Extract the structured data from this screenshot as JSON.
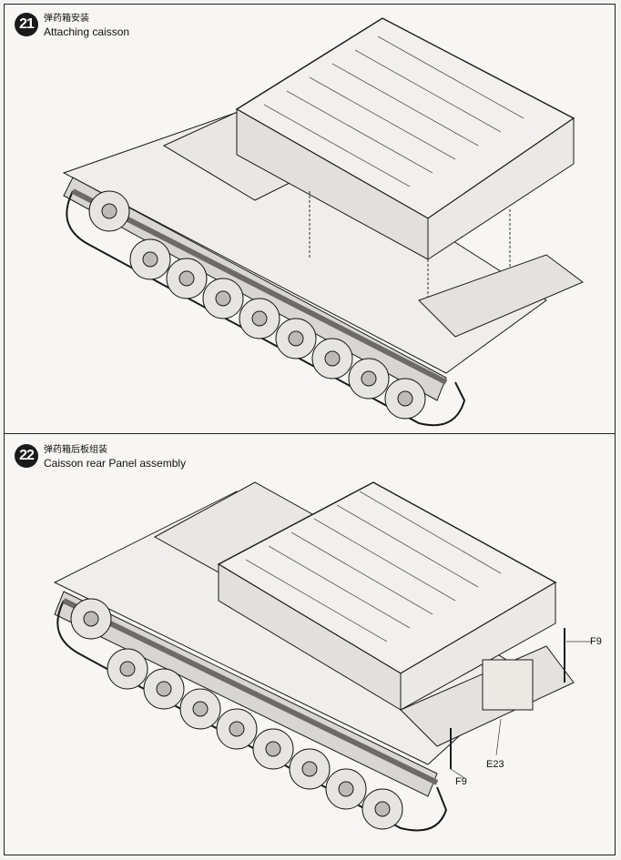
{
  "steps": [
    {
      "number": "21",
      "title_cn": "弹药箱安装",
      "title_en": "Attaching caisson",
      "callouts": []
    },
    {
      "number": "22",
      "title_cn": "弹药箱后板组装",
      "title_en": "Caisson rear Panel assembly",
      "callouts": [
        "F9",
        "E23",
        "F9"
      ]
    }
  ],
  "colors": {
    "ink": "#1a1a1a",
    "paper": "#f7f6f4",
    "gray": "#8a8886"
  }
}
